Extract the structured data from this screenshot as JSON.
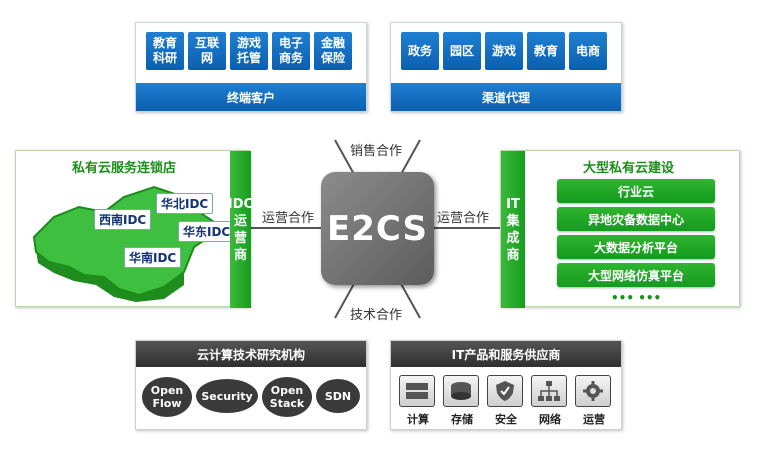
{
  "terminal_customers": {
    "tiles": [
      "教育\n科研",
      "互联\n网",
      "游戏\n托管",
      "电子\n商务",
      "金融\n保险"
    ],
    "label": "终端客户"
  },
  "channel_agents": {
    "tiles": [
      "政务",
      "园区",
      "游戏",
      "教育",
      "电商"
    ],
    "label": "渠道代理"
  },
  "private_cloud_chain": {
    "title": "私有云服务连锁店",
    "strip": "IDC\n运\n营\n商",
    "map_labels": [
      "华北IDC",
      "西南IDC",
      "华东IDC",
      "华南IDC"
    ]
  },
  "large_private_cloud": {
    "title": "大型私有云建设",
    "strip": "IT\n集\n成\n商",
    "items": [
      "行业云",
      "异地灾备数据中心",
      "大数据分析平台",
      "大型网络仿真平台"
    ],
    "more": "•••  •••"
  },
  "center": {
    "label": "E2CS",
    "top": "销售合作",
    "bottom": "技术合作",
    "left": "运营合作",
    "right": "运营合作"
  },
  "research": {
    "title": "云计算技术研究机构",
    "bubbles": [
      "Open\nFlow",
      "Security",
      "Open\nStack",
      "SDN"
    ]
  },
  "it_vendors": {
    "title": "IT产品和服务供应商",
    "services": [
      {
        "label": "计算",
        "icon": "server-icon"
      },
      {
        "label": "存储",
        "icon": "storage-icon"
      },
      {
        "label": "安全",
        "icon": "shield-icon"
      },
      {
        "label": "网络",
        "icon": "network-icon"
      },
      {
        "label": "运营",
        "icon": "gear-icon"
      }
    ]
  },
  "colors": {
    "blue": "#0b5fb0",
    "green": "#169c1f",
    "grey": "#2f2f2f",
    "chip": "#6e6e6e"
  }
}
